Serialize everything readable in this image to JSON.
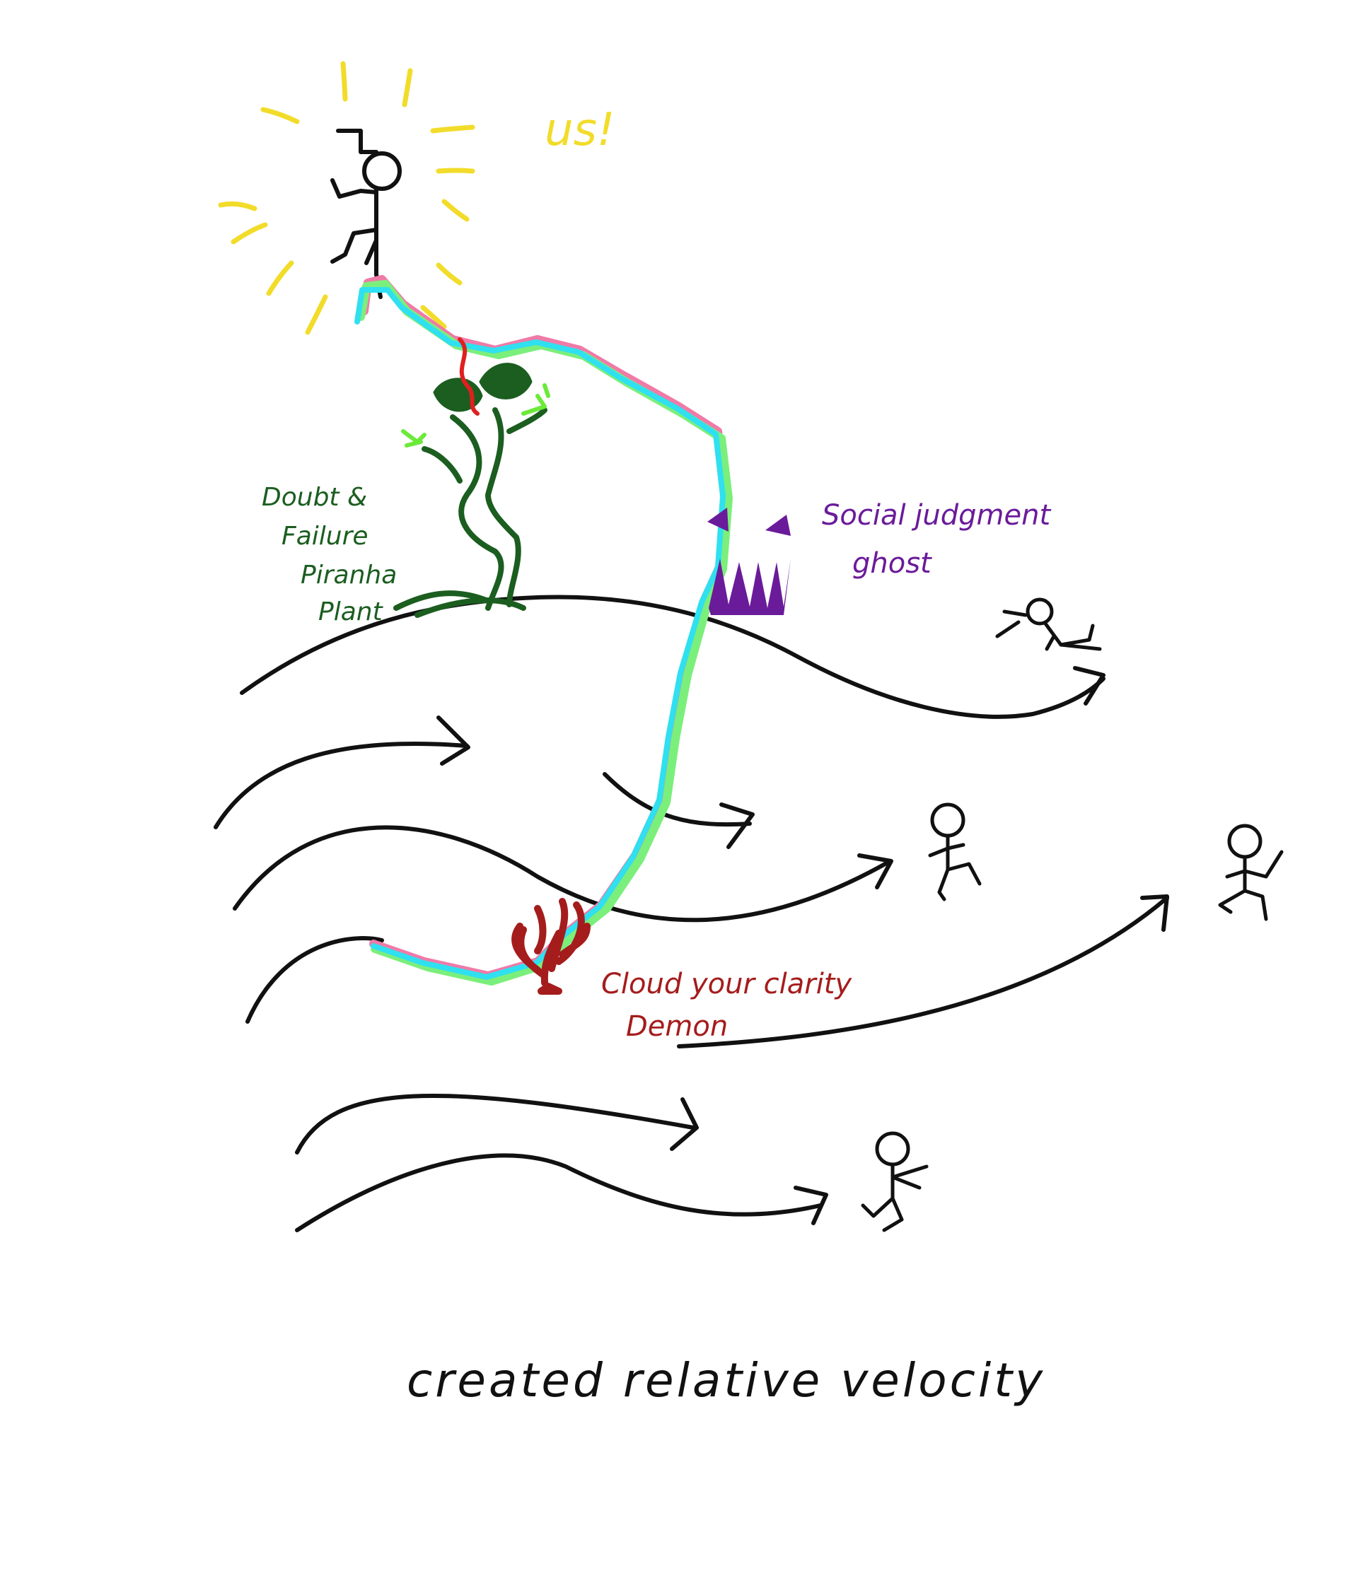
{
  "labels": {
    "us": "us!",
    "plant_line1": "Doubt &",
    "plant_line2": "Failure",
    "plant_line3": "Piranha",
    "plant_line4": "Plant",
    "ghost_line1": "Social judgment",
    "ghost_line2": "ghost",
    "demon_line1": "Cloud your clarity",
    "demon_line2": "Demon",
    "caption": "created relative velocity"
  },
  "colors": {
    "ink": "#111111",
    "sun": "#f2dc2a",
    "us_text": "#f2dc2a",
    "plant": "#1b5e20",
    "plant_accent": "#6bea3a",
    "ghost": "#6a1b9a",
    "demon": "#a51c1c",
    "path_cyan": "#2fe0f0",
    "path_green": "#7bef7b",
    "path_pink": "#f07aa8"
  },
  "icons": [
    "stick-figure-us-icon",
    "sun-rays-icon",
    "piranha-plant-icon",
    "ghost-icon",
    "demon-icon",
    "runner-icon"
  ]
}
